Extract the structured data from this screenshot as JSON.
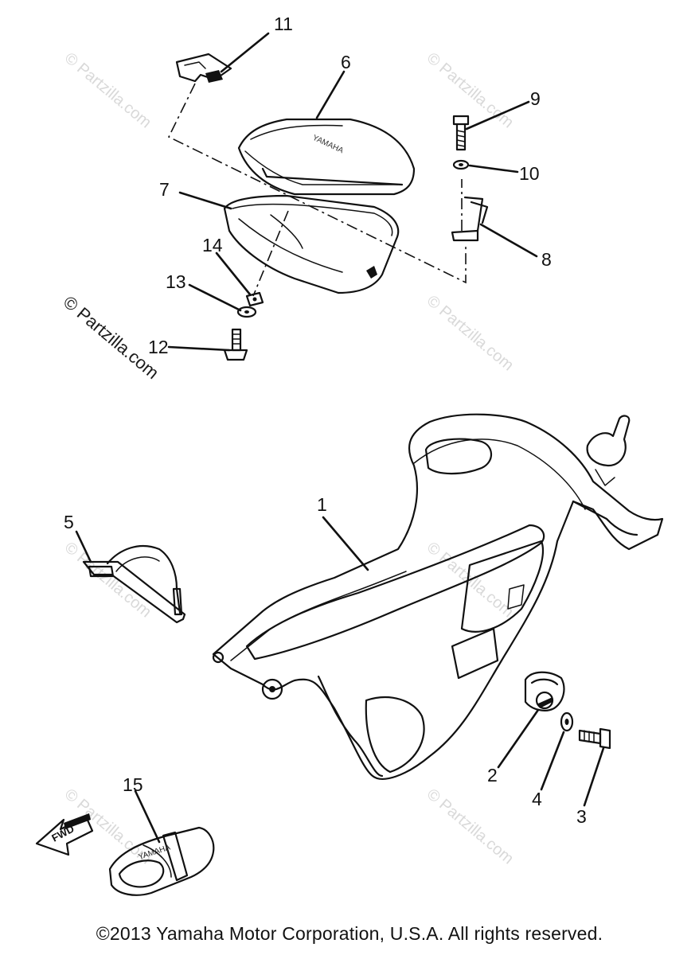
{
  "diagram": {
    "callouts": [
      {
        "id": "callout-1",
        "label": "1"
      },
      {
        "id": "callout-2",
        "label": "2"
      },
      {
        "id": "callout-3",
        "label": "3"
      },
      {
        "id": "callout-4",
        "label": "4"
      },
      {
        "id": "callout-5",
        "label": "5"
      },
      {
        "id": "callout-6",
        "label": "6"
      },
      {
        "id": "callout-7",
        "label": "7"
      },
      {
        "id": "callout-8",
        "label": "8"
      },
      {
        "id": "callout-9",
        "label": "9"
      },
      {
        "id": "callout-10",
        "label": "10"
      },
      {
        "id": "callout-11",
        "label": "11"
      },
      {
        "id": "callout-12",
        "label": "12"
      },
      {
        "id": "callout-13",
        "label": "13"
      },
      {
        "id": "callout-14",
        "label": "14"
      },
      {
        "id": "callout-15",
        "label": "15"
      }
    ],
    "fwd_arrow_label": "FWD",
    "lid_logo": "YAMAHA",
    "pouch_logo": "YAMAHA"
  },
  "watermark": {
    "text": "© Partzilla.com"
  },
  "footer": {
    "copyright": "©2013 Yamaha Motor Corporation, U.S.A. All rights reserved."
  }
}
